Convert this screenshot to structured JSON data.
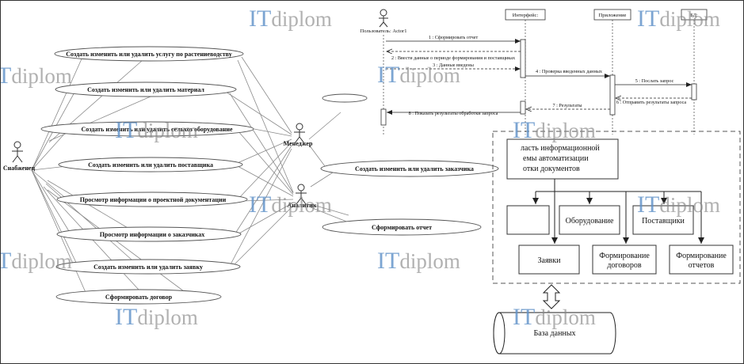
{
  "usecase": {
    "actors": {
      "snab": "Снабженец",
      "manager": "Менеджер",
      "analyst": "Аналитик"
    },
    "cases": [
      "Создать изменить или удалить услугу по растениеводству",
      "Создать изменить или удалить материал",
      "Создать изменить или удалить сельхоз оборудование",
      "Создать изменить или удалить поставщика",
      "Просмотр информации о проектной документации",
      "Просмотр информации о заказчиках",
      "Создать изменить или удалить заявку",
      "Сформировать договор",
      "Создать изменить или удалить заказчика",
      "Сформировать отчет"
    ]
  },
  "sequence": {
    "lifelines": {
      "user": "Пользователь: Actor1",
      "interface": "Интерфейс:",
      "app": "Приложение",
      "db": "БД:"
    },
    "messages": [
      "1 : Сформировать отчет",
      "2 : Ввести данные о периоде формирования и поставщиках",
      "3 : Данные введены",
      "4 : Проверка введенных данных",
      "5 : Послать запрос",
      "6 : Отправить результаты запроса",
      "7 : Результаты",
      "8 : Показать результаты обработки запроса"
    ]
  },
  "structure": {
    "root_lines": [
      "ласть информационной",
      "емы автоматизации",
      "отки документов"
    ],
    "modules": {
      "equipment": "Оборудование",
      "suppliers": "Поставщики",
      "requests": "Заявки",
      "contracts": [
        "Формирование",
        "договоров"
      ],
      "reports": [
        "Формирование",
        "отчетов"
      ]
    },
    "database": "База данных"
  },
  "watermark": {
    "it": "IT",
    "diplom": "diplom"
  }
}
